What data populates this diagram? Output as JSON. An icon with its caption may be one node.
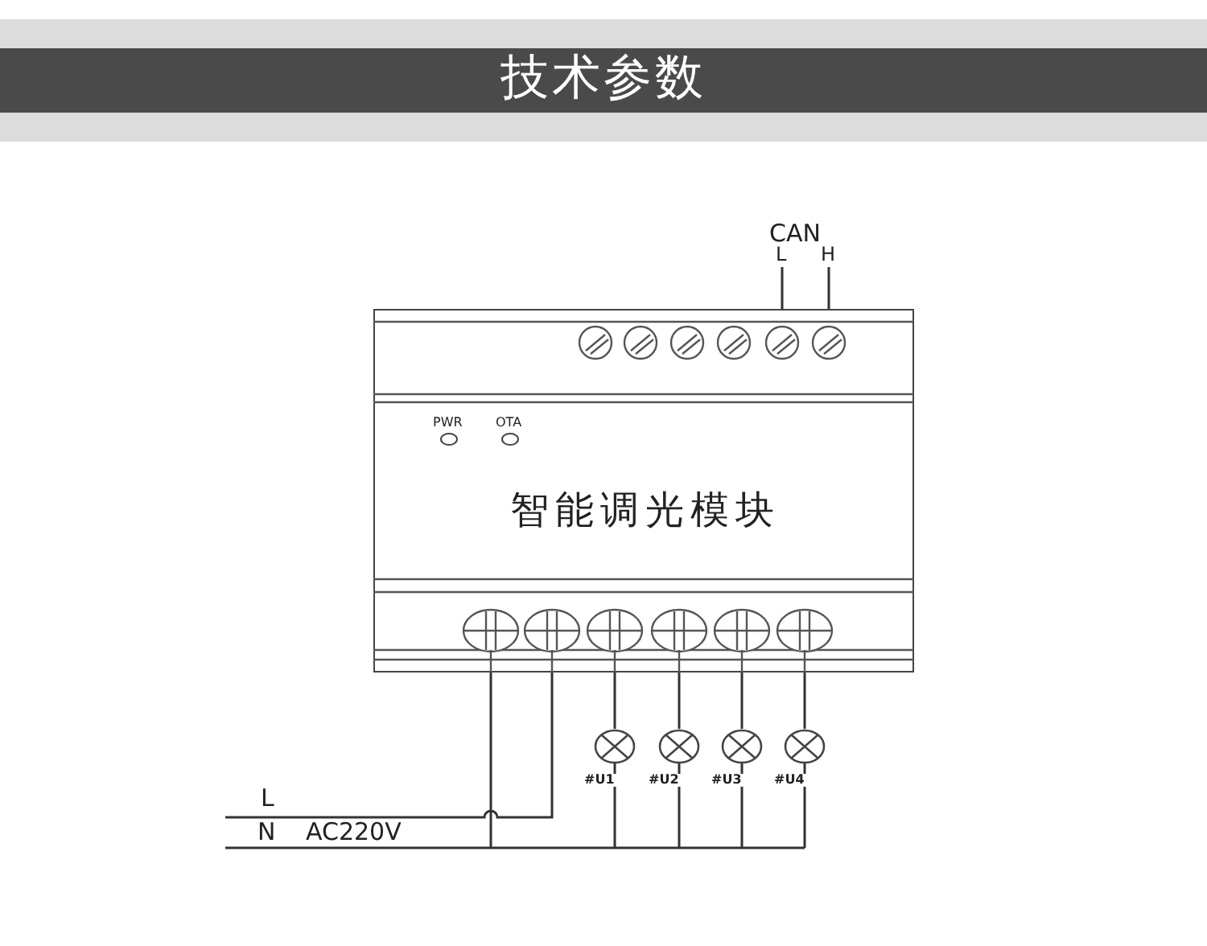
{
  "diagram": {
    "title": "技术参数",
    "nodes": [
      {
        "text": [
          "智能调光模块"
        ]
      },
      {
        "text": [],
        "shape": "circle",
        "beside": [
          "#U1"
        ]
      },
      {
        "text": [],
        "shape": "circle",
        "beside": [
          "#U2"
        ]
      },
      {
        "text": [],
        "shape": "circle",
        "beside": [
          "#U3"
        ]
      },
      {
        "text": [],
        "shape": "circle",
        "beside": [
          "#U4"
        ]
      }
    ],
    "edges": [
      {
        "from": 1,
        "to": 0,
        "arrow": "none"
      },
      {
        "from": 2,
        "to": 0,
        "arrow": "none"
      },
      {
        "from": 3,
        "to": 0,
        "arrow": "none"
      },
      {
        "from": 4,
        "to": 0,
        "arrow": "none"
      }
    ],
    "labels": [
      "CAN",
      "L",
      "H",
      "PWR",
      "OTA",
      "L",
      "N",
      "AC220V"
    ]
  }
}
